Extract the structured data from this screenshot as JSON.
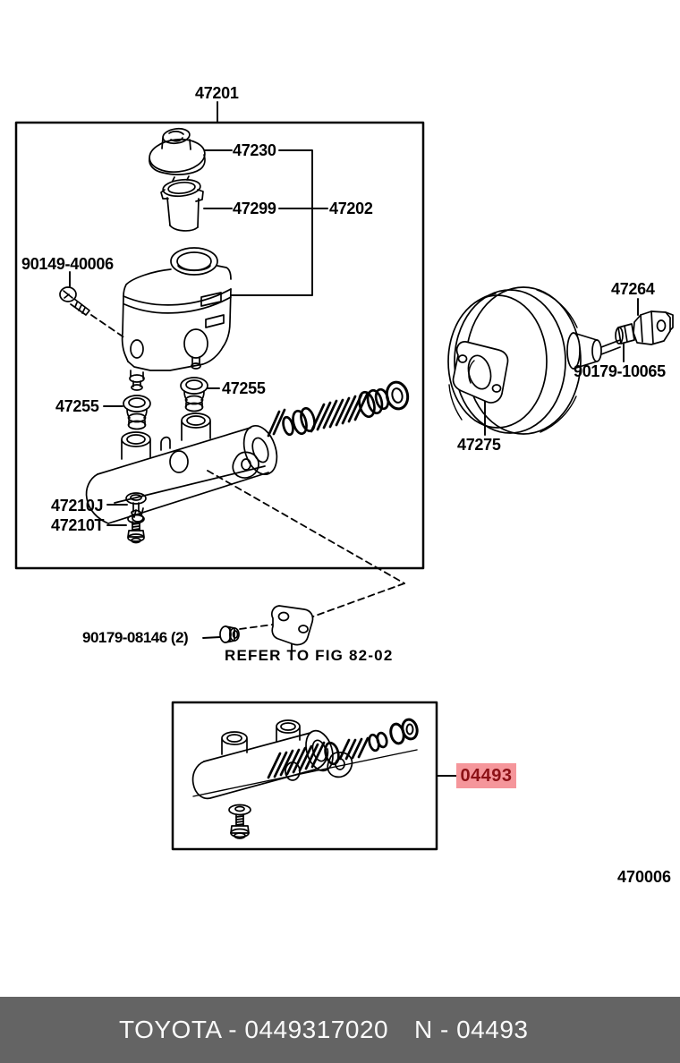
{
  "figure": {
    "assembly_label": "47201",
    "figure_code": "470006"
  },
  "labels": {
    "cap": "47230",
    "float": "47299",
    "reservoir_assy": "47202",
    "screw": "90149-40006",
    "grommet_a": "47255",
    "grommet_b": "47255",
    "pin": "47210J",
    "bolt": "47210T",
    "flare_nut": "90179-08146 (2)",
    "refer_note": "REFER TO FIG 82-02",
    "clevis": "47264",
    "clevis_nut": "90179-10065",
    "gasket": "47275",
    "repair_kit": "04493"
  },
  "footer": {
    "catalog_number": "TOYOTA - 0449317020",
    "part_number": "N - 04493"
  },
  "colors": {
    "line": "#000000",
    "highlight_bg": "#f5969b",
    "highlight_fg": "#8c1116",
    "footer_bg": "#646464",
    "footer_fg": "#fafafa"
  }
}
